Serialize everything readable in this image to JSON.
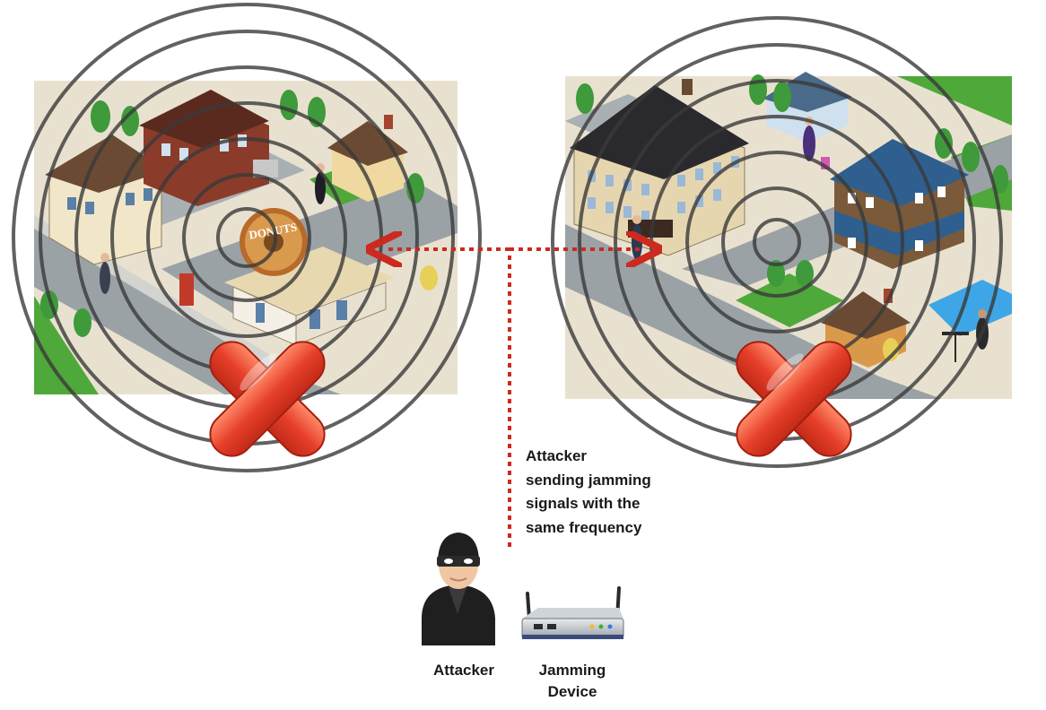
{
  "diagram": {
    "annotation": {
      "lines": [
        "Attacker",
        "sending jamming",
        "signals with the",
        "same frequency"
      ]
    },
    "attacker_label": "Attacker",
    "device_label": [
      "Jamming",
      "Device"
    ],
    "donut_sign": "DONUTS",
    "colors": {
      "dashed_line": "#cc2a1e",
      "ring": "#3a3a3a",
      "cross": "#e2452b",
      "grass": "#4fa83a",
      "road": "#9aa2a6"
    },
    "icons": {
      "attacker": "masked-attacker-icon",
      "device": "wireless-router-icon",
      "blocked": "red-cross-icon"
    }
  }
}
